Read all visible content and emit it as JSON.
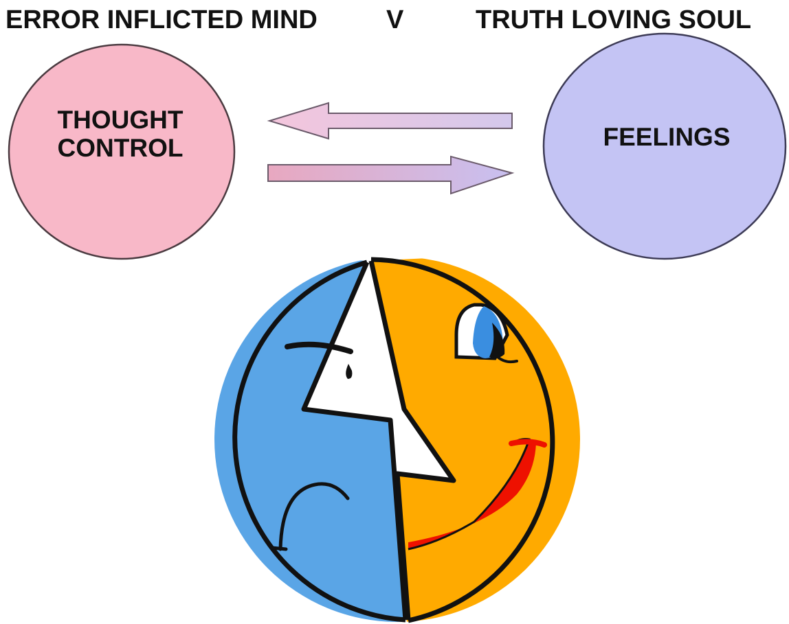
{
  "heading": {
    "left": "ERROR INFLICTED MIND",
    "separator": "V",
    "right": "TRUTH LOVING SOUL"
  },
  "nodes": {
    "left": {
      "line1": "THOUGHT",
      "line2": "CONTROL",
      "color": "#f8b8c8"
    },
    "right": {
      "label": "FEELINGS",
      "color": "#c4c4f4"
    }
  },
  "arrows": {
    "top": {
      "direction": "right-to-left"
    },
    "bottom": {
      "direction": "left-to-right"
    }
  },
  "face": {
    "left_half_color": "#5aa5e6",
    "right_half_color": "#ffaa00",
    "mouth_color": "#ee1100",
    "left_expression": "sad-with-tear",
    "right_expression": "smiling"
  }
}
